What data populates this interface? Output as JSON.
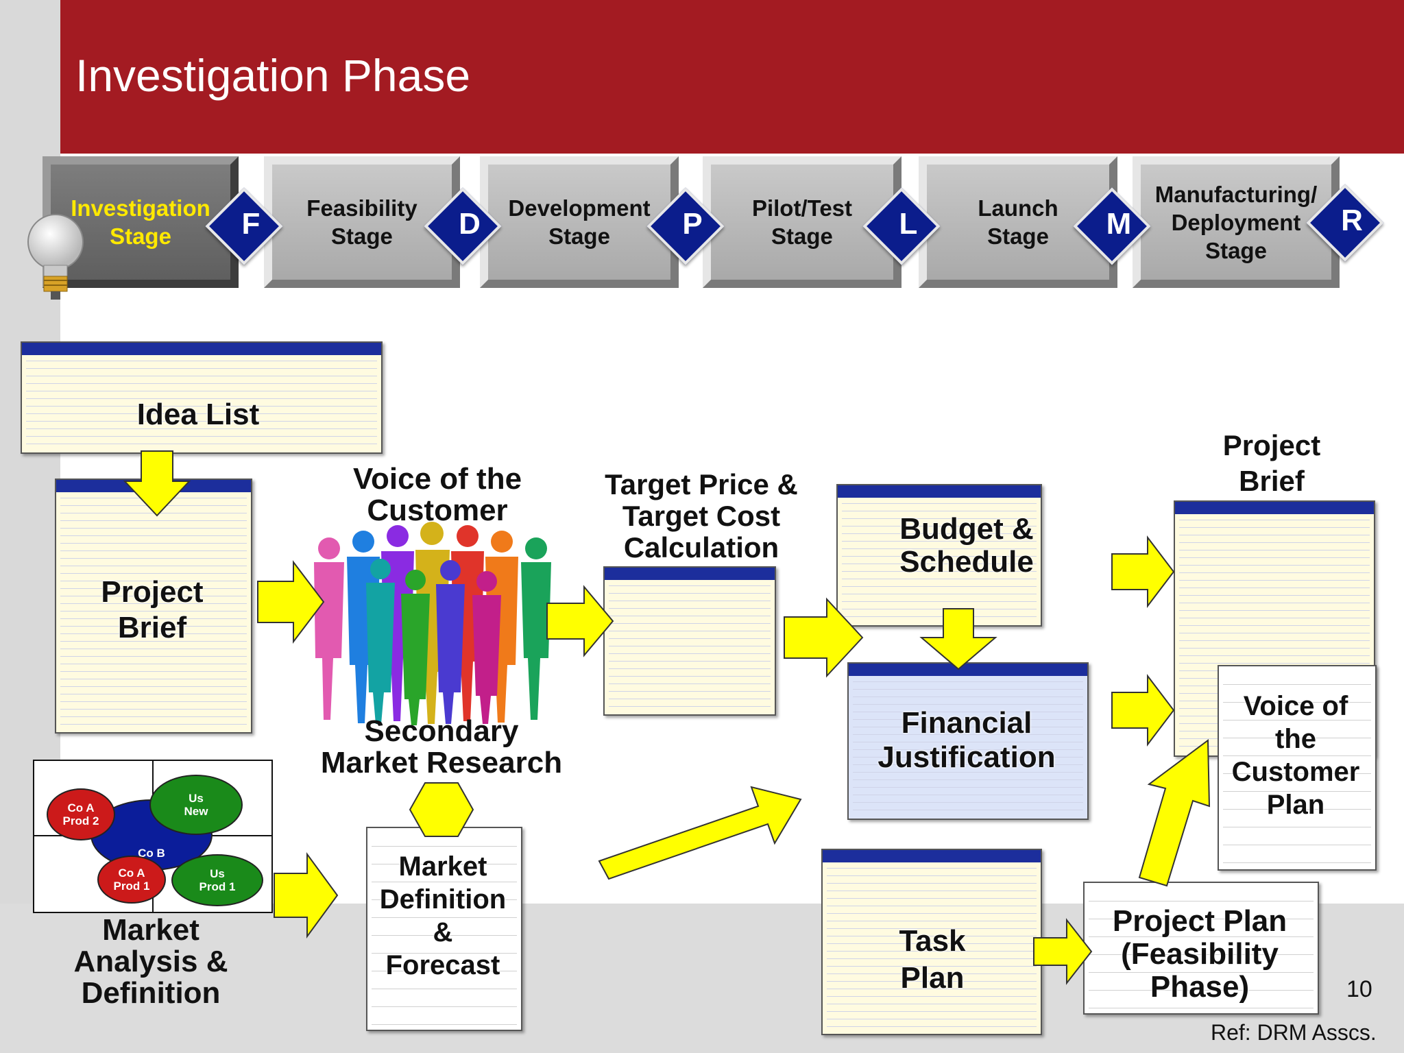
{
  "slide": {
    "title": "Investigation Phase",
    "page_number": "10",
    "reference": "Ref: DRM Asscs."
  },
  "stages": [
    {
      "label": "Investigation\nStage",
      "active": true
    },
    {
      "label": "Feasibility\nStage",
      "active": false
    },
    {
      "label": "Development\nStage",
      "active": false
    },
    {
      "label": "Pilot/Test\nStage",
      "active": false
    },
    {
      "label": "Launch\nStage",
      "active": false
    },
    {
      "label": "Manufacturing/\nDeployment\nStage",
      "active": false
    }
  ],
  "gates": [
    "F",
    "D",
    "P",
    "L",
    "M",
    "R"
  ],
  "artifacts": {
    "idea_list": "Idea List",
    "project_brief_left": "Project\nBrief",
    "voice_of_customer": "Voice of the\nCustomer",
    "secondary_research": "Secondary\nMarket Research",
    "target_price": "Target Price &\nTarget Cost\nCalculation",
    "budget_schedule": "Budget &\nSchedule",
    "financial_justification": "Financial\nJustification",
    "project_brief_right": "Project\nBrief",
    "voc_plan": "Voice of\nthe\nCustomer\nPlan",
    "market_analysis": "Market\nAnalysis &\nDefinition",
    "market_definition": "Market\nDefinition\n&\nForecast",
    "task_plan": "Task\nPlan",
    "project_plan": "Project Plan\n(Feasibility\nPhase)"
  },
  "market_map": {
    "co_a_prod2": "Co A\nProd 2",
    "co_b": "Co B",
    "us_new": "Us\nNew",
    "co_a_prod1": "Co A\nProd 1",
    "us_prod1": "Us\nProd 1"
  },
  "colors": {
    "title_bar": "#a31b22",
    "active_stage_text": "#ffe900",
    "gate_diamond": "#0b1d8c",
    "arrow_fill": "#ffff00",
    "co_a": "#cc1a1a",
    "co_b": "#0b1d9a",
    "us": "#1a8a1a"
  }
}
